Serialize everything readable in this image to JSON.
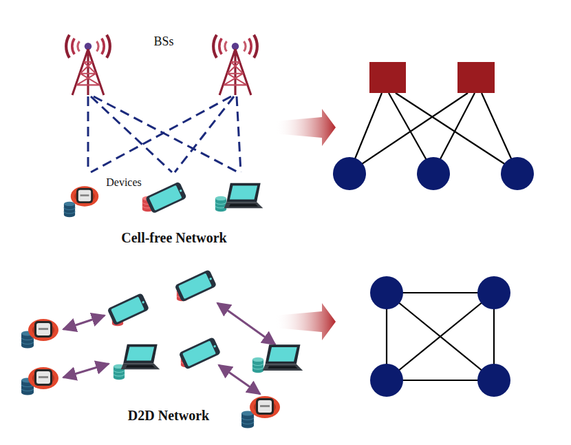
{
  "diagram": {
    "labels": [
      "BSs",
      "Devices",
      "Cell-free Network",
      "D2D Network"
    ]
  }
}
